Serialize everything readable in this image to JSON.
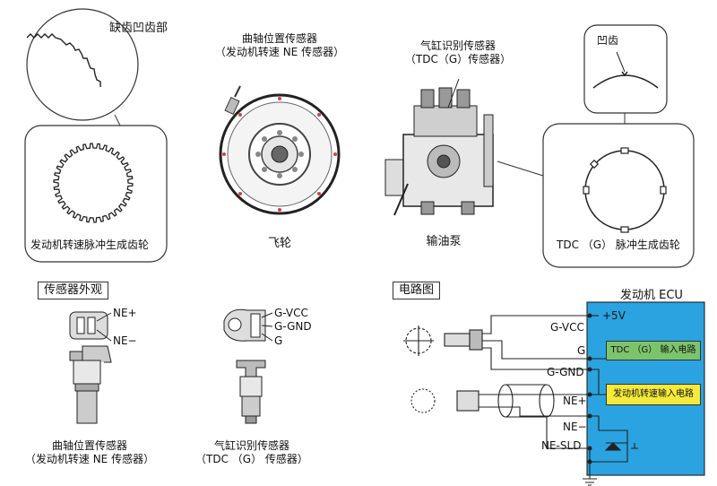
{
  "top": {
    "missing_tooth_label": "缺齿凹齿部",
    "ne_gear_label": "发动机转速脉冲生成齿轮",
    "crank_sensor_title_line1": "曲轴位置传感器",
    "crank_sensor_title_line2": "（发动机转速 NE 传感器）",
    "flywheel_label": "飞轮",
    "cyl_sensor_title_line1": "气缸识别传感器",
    "cyl_sensor_title_line2": "（TDC（G）传感器）",
    "pump_label": "输油泵",
    "notch_label": "凹齿",
    "tdc_gear_label": "TDC （G） 脉冲生成齿轮"
  },
  "sensor_section": {
    "header": "传感器外观",
    "ne_plus": "NE+",
    "ne_minus": "NE−",
    "g_vcc": "G-VCC",
    "g_gnd": "G-GND",
    "g": "G",
    "crank_caption_line1": "曲轴位置传感器",
    "crank_caption_line2": "（发动机转速 NE 传感器）",
    "cyl_caption_line1": "气缸识别传感器",
    "cyl_caption_line2": "（TDC （G） 传感器）"
  },
  "circuit": {
    "header": "电路图",
    "ecu_title": "发动机 ECU",
    "plus5v": "+5V",
    "g_vcc": "G-VCC",
    "g": "G",
    "g_gnd": "G-GND",
    "ne_plus": "NE+",
    "ne_minus": "NE−",
    "ne_sld": "NE-SLD",
    "tdc_input": "TDC （G） 输入电路",
    "ne_input": "发动机转速输入电路",
    "colors": {
      "ecu_fill": "#2aa3e0",
      "tdc_box": "#7cc46b",
      "ne_box": "#f5ea3a"
    }
  }
}
